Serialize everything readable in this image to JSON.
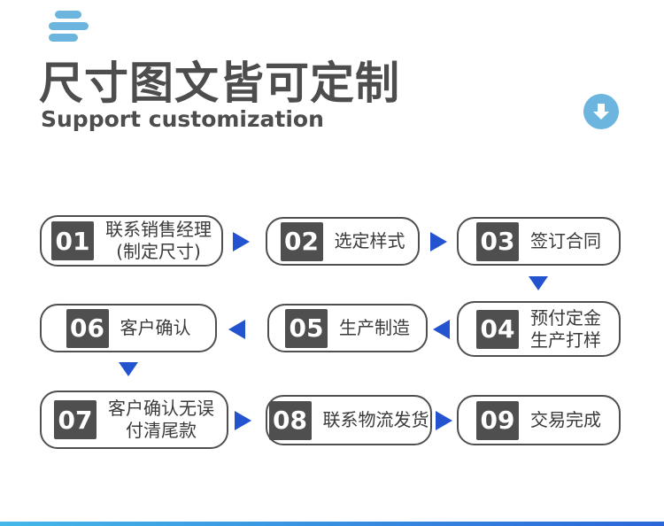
{
  "header": {
    "title": "尺寸图文皆可定制",
    "subtitle": "Support customization"
  },
  "icons": {
    "brand": "menu-bars-icon",
    "scroll_down": "down-arrow-circle-icon"
  },
  "colors": {
    "accent_light_blue": "#6cb5de",
    "arrow_blue": "#2353cf",
    "box_border": "#4f4f4f",
    "badge_bg": "#4f4f4f",
    "title_text": "#4d4d4d",
    "bottom_bar_gradient_start": "#45b8e8",
    "bottom_bar_gradient_end": "#2b66d9"
  },
  "steps": [
    {
      "num": "01",
      "line1": "联系销售经理",
      "line2": "(制定尺寸)"
    },
    {
      "num": "02",
      "line1": "选定样式",
      "line2": ""
    },
    {
      "num": "03",
      "line1": "签订合同",
      "line2": ""
    },
    {
      "num": "04",
      "line1": "预付定金",
      "line2": "生产打样"
    },
    {
      "num": "05",
      "line1": "生产制造",
      "line2": ""
    },
    {
      "num": "06",
      "line1": "客户确认",
      "line2": ""
    },
    {
      "num": "07",
      "line1": "客户确认无误",
      "line2": "付清尾款"
    },
    {
      "num": "08",
      "line1": "联系物流发货",
      "line2": ""
    },
    {
      "num": "09",
      "line1": "交易完成",
      "line2": ""
    }
  ]
}
